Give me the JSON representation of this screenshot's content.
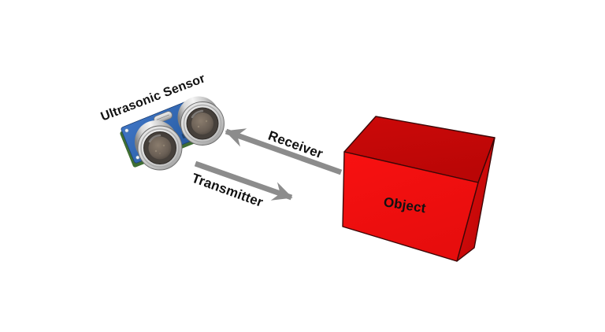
{
  "title": "Ultrasonic sensor working principle diagram",
  "scene": {
    "sensor_label": "Ultrasonic Sensor",
    "object_label": "Object",
    "arrows": [
      {
        "label": "Receiver",
        "direction": "object-to-sensor"
      },
      {
        "label": "Transmitter",
        "direction": "sensor-to-object"
      }
    ],
    "components": [
      {
        "name": "ultrasonic-sensor",
        "description": "blue PCB module with two metallic cylindrical transducers"
      },
      {
        "name": "object",
        "description": "red 3D box"
      }
    ]
  },
  "colors": {
    "background": "#ffffff",
    "arrow_gray": "#8c8c8c",
    "label_text": "#111111",
    "box_front_red": "#f20f0f",
    "box_top_red": "#c40808",
    "box_side_red": "#d90909",
    "box_edge": "#3c0707",
    "pcb_blue": "#2f64ad",
    "pcb_side_green": "#3f6e33",
    "metal_light": "#f4f4f4",
    "metal_dark": "#7b7b7b",
    "transducer_inner": "#46403b"
  }
}
